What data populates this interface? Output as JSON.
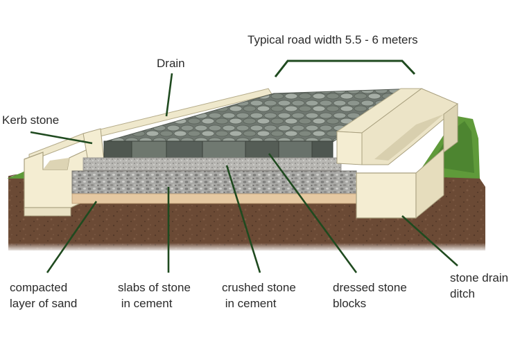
{
  "labels": {
    "road_width": "Typical road width 5.5 - 6 meters",
    "drain": "Drain",
    "kerb_stone": "Kerb stone",
    "compacted_sand": "compacted\nlayer of sand",
    "slabs_of_stone": "slabs of stone\n in cement",
    "crushed_stone": "crushed stone\n in cement",
    "dressed_stone": "dressed stone\nblocks",
    "drain_ditch": "stone drain\nditch"
  },
  "colors": {
    "leader_line": "#1f4a1f",
    "soil": "#6b4a35",
    "kerb": "#f4edd2",
    "grass": "#5f9a3a",
    "sand": "#e6c9a2",
    "gravel": "#9a9a9a",
    "paving": "#7f8a80"
  }
}
